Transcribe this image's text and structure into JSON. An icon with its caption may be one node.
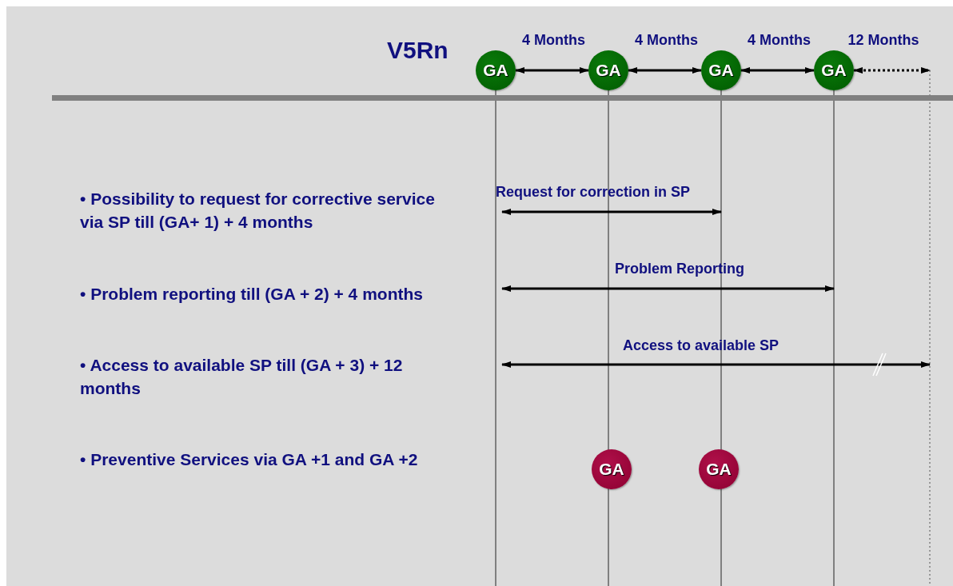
{
  "diagram": {
    "title": "V5Rn",
    "nodes": [
      {
        "text": [
          "GA"
        ]
      },
      {
        "text": [
          "GA"
        ]
      },
      {
        "text": [
          "GA"
        ]
      },
      {
        "text": [
          "GA"
        ]
      },
      {
        "text": [
          "GA"
        ]
      },
      {
        "text": [
          "GA"
        ]
      }
    ],
    "edges": [
      {
        "from": 0,
        "to": 1,
        "arrow": "both",
        "label": "4 Months"
      },
      {
        "from": 1,
        "to": 2,
        "arrow": "both",
        "label": "4 Months"
      },
      {
        "from": 2,
        "to": 3,
        "arrow": "both",
        "label": "4 Months"
      },
      {
        "from": 3,
        "to": null,
        "arrow": "both",
        "label": "12 Months",
        "style": "dashed"
      }
    ],
    "labels": [
      "• Possibility to request for corrective service via SP till (GA+ 1) + 4 months",
      "Request for correction in SP",
      "• Problem reporting till (GA + 2) + 4 months",
      "Problem Reporting",
      "• Access to available SP till (GA + 3) + 12 months",
      "Access to available SP",
      "• Preventive Services via GA +1 and GA +2"
    ]
  }
}
